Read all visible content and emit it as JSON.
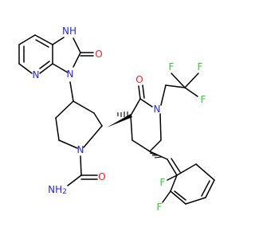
{
  "colors": {
    "nitrogen": "#2424ff",
    "oxygen": "#ff1a1a",
    "fluorine": "#33cc33",
    "bond": "#000000"
  },
  "atoms": {
    "imidazole_nh": "NH",
    "imidazole_n": "N",
    "imidazole_o": "O",
    "pyridine_n": "N",
    "piperidine_n": "N",
    "amide_n": "NH2",
    "amide_o": "O",
    "lactam_o": "O",
    "azepane_n": "N",
    "cf3_f_top_left": "F",
    "cf3_f_top_right": "F",
    "cf3_f_right": "F",
    "aryl_f_ortho": "F",
    "aryl_f_meta": "F"
  }
}
